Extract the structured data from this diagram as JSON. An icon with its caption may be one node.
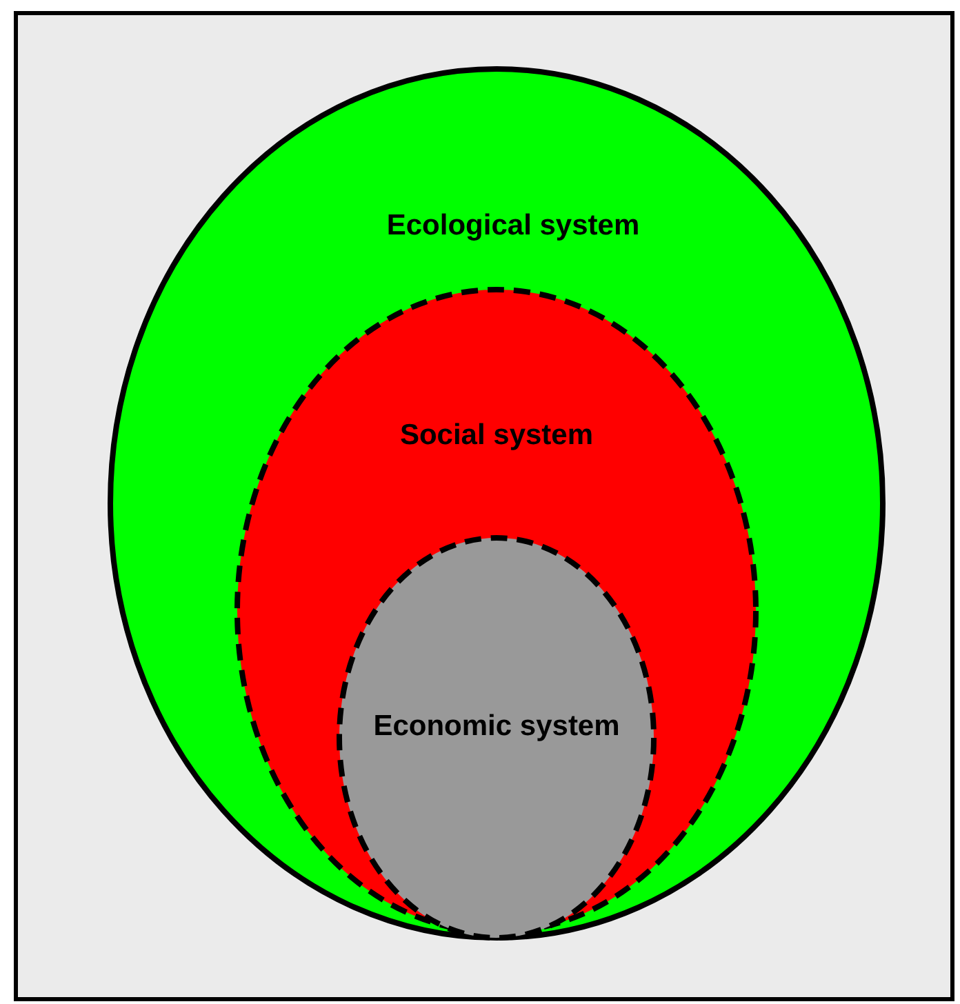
{
  "diagram": {
    "nodes": [
      {
        "text": [
          "Ecological system"
        ]
      },
      {
        "text": [
          "Social system"
        ],
        "in": 0
      },
      {
        "text": [
          "Economic system"
        ],
        "in": 1
      }
    ]
  }
}
